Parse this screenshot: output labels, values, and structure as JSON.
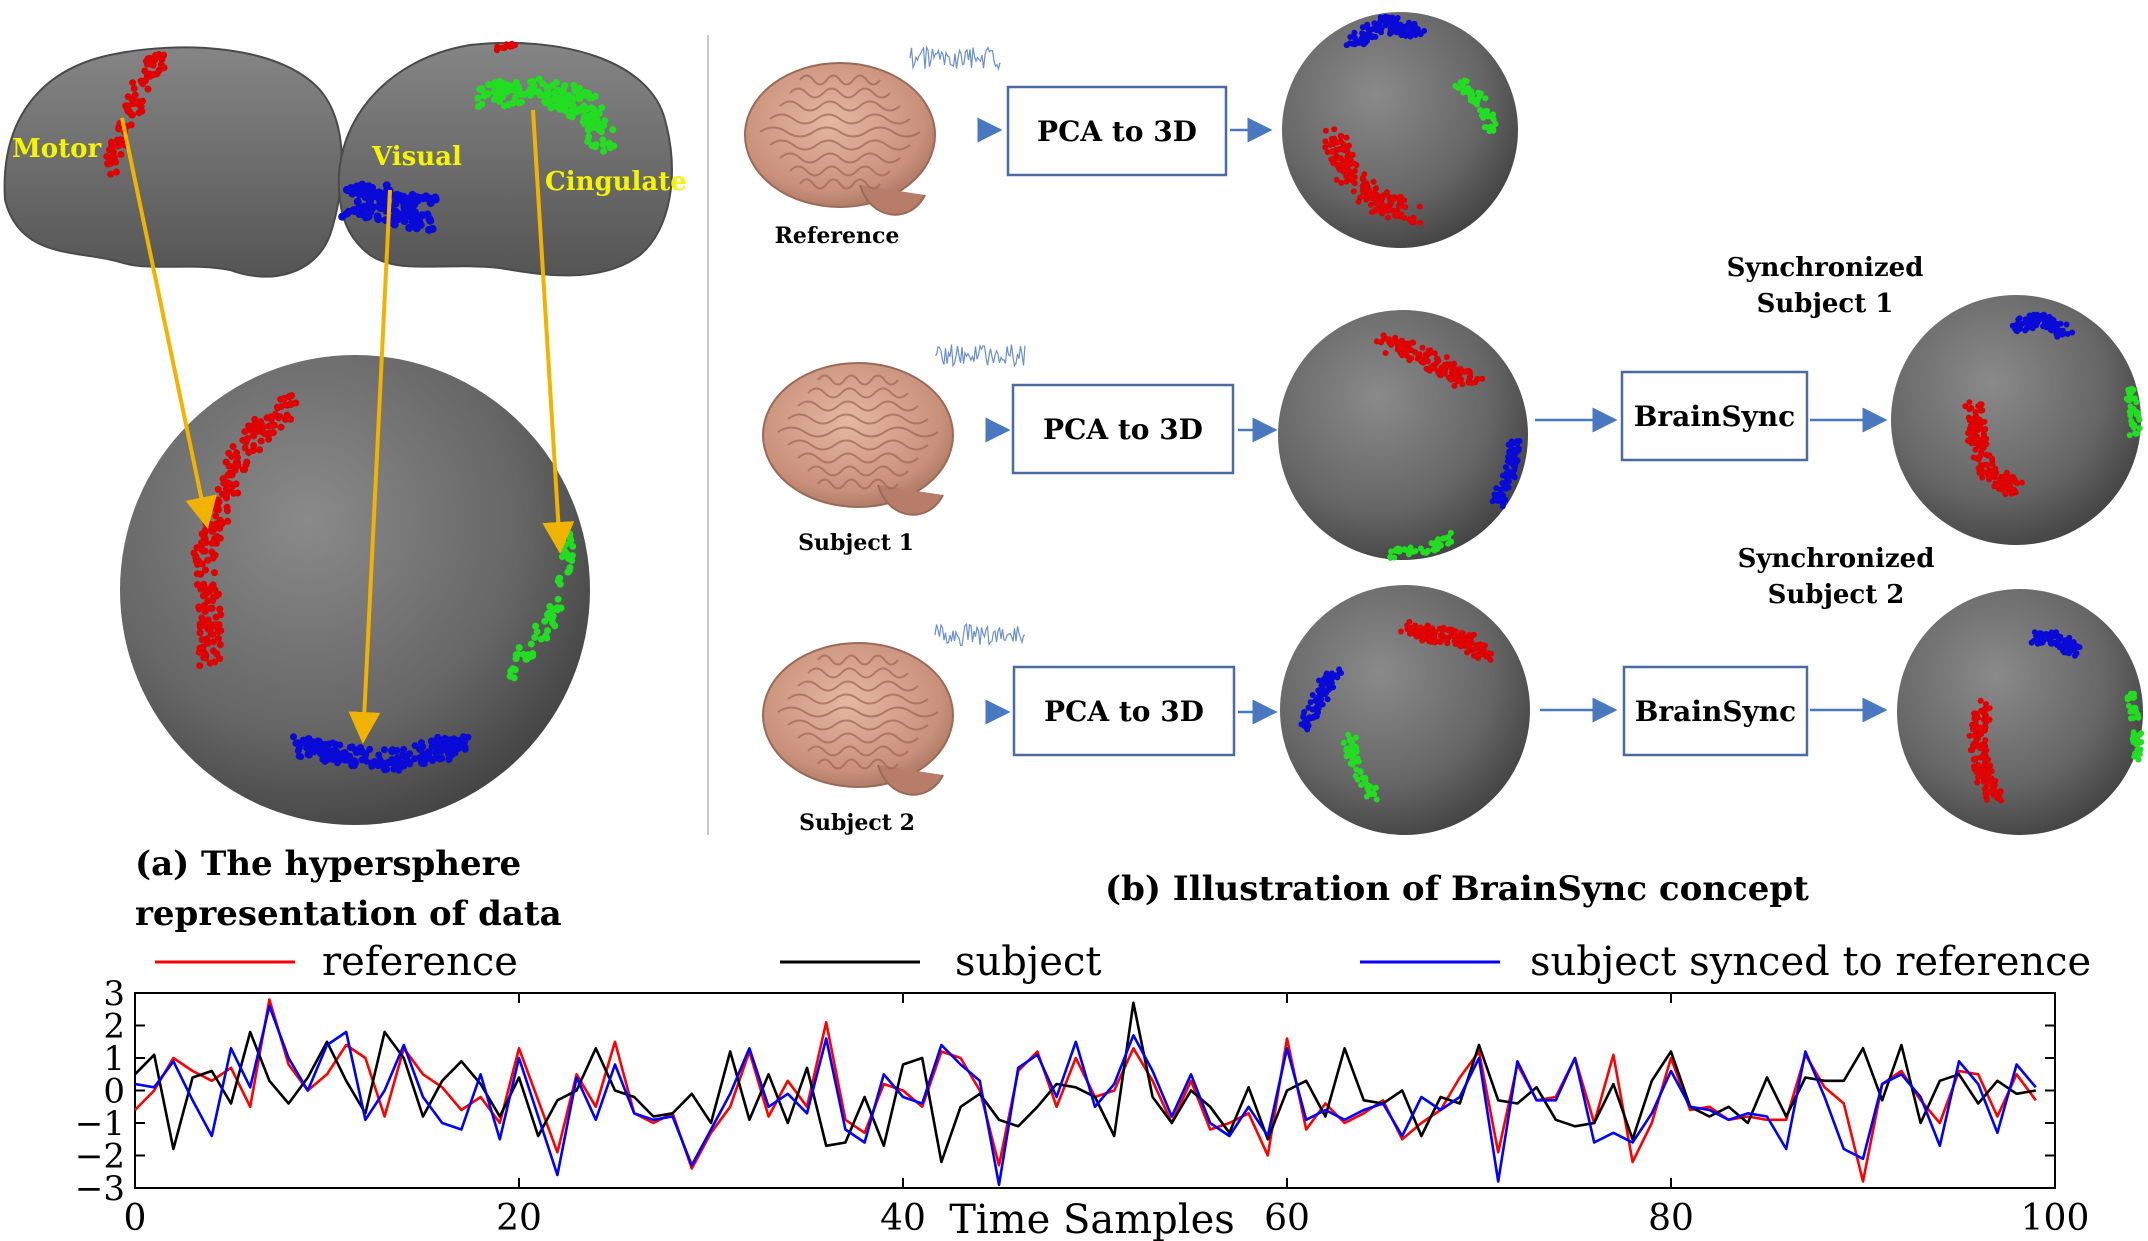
{
  "panel_a": {
    "labels": {
      "motor": "Motor",
      "visual": "Visual",
      "cingulate": "Cingulate"
    },
    "caption_line1": "(a) The hypersphere",
    "caption_line2": "representation of data"
  },
  "panel_b": {
    "pca_label": "PCA to 3D",
    "brainsync_label": "BrainSync",
    "reference_label": "Reference",
    "subject1_label": "Subject 1",
    "subject2_label": "Subject 2",
    "sync1_line1": "Synchronized",
    "sync1_line2": "Subject 1",
    "sync2_line1": "Synchronized",
    "sync2_line2": "Subject 2",
    "caption": "(b) Illustration of BrainSync concept"
  },
  "colors": {
    "motor": "#e00000",
    "visual": "#0a0ad8",
    "cingulate": "#22dd22",
    "arrow_yellow": "#f0b400",
    "label_yellow": "#f5f500",
    "flow_arrow": "#4a78c0",
    "sphere": "#6a6a6a",
    "brain_surface": "#777777"
  },
  "chart_data": {
    "type": "line",
    "xlabel": "Time Samples",
    "ylabel": "",
    "xlim": [
      0,
      100
    ],
    "ylim": [
      -3,
      3
    ],
    "xticks": [
      0,
      20,
      40,
      60,
      80,
      100
    ],
    "yticks": [
      3,
      2,
      1,
      0,
      -1,
      -2,
      -3
    ],
    "x": [
      0,
      1,
      2,
      3,
      4,
      5,
      6,
      7,
      8,
      9,
      10,
      11,
      12,
      13,
      14,
      15,
      16,
      17,
      18,
      19,
      20,
      21,
      22,
      23,
      24,
      25,
      26,
      27,
      28,
      29,
      30,
      31,
      32,
      33,
      34,
      35,
      36,
      37,
      38,
      39,
      40,
      41,
      42,
      43,
      44,
      45,
      46,
      47,
      48,
      49,
      50,
      51,
      52,
      53,
      54,
      55,
      56,
      57,
      58,
      59,
      60,
      61,
      62,
      63,
      64,
      65,
      66,
      67,
      68,
      69,
      70,
      71,
      72,
      73,
      74,
      75,
      76,
      77,
      78,
      79,
      80,
      81,
      82,
      83,
      84,
      85,
      86,
      87,
      88,
      89,
      90,
      91,
      92,
      93,
      94,
      95,
      96,
      97,
      98,
      99
    ],
    "series": [
      {
        "name": "reference",
        "color": "#ff0000",
        "values": [
          -0.6,
          0.0,
          1.0,
          0.6,
          0.3,
          0.7,
          -0.5,
          2.8,
          0.8,
          0.0,
          0.5,
          1.4,
          1.0,
          -0.8,
          1.3,
          0.5,
          0.1,
          -0.6,
          -0.2,
          -1.0,
          1.3,
          -0.3,
          -1.9,
          0.5,
          -0.5,
          1.5,
          -0.7,
          -1.0,
          -0.7,
          -2.4,
          -1.3,
          -0.5,
          1.2,
          -0.8,
          0.3,
          -0.5,
          2.1,
          -0.9,
          -1.3,
          0.2,
          0.0,
          -0.5,
          1.2,
          1.0,
          0.0,
          -2.3,
          0.6,
          1.2,
          -0.5,
          1.0,
          -0.2,
          0.0,
          1.3,
          0.3,
          -1.0,
          0.3,
          -1.2,
          -1.0,
          -0.7,
          -2.0,
          1.6,
          -1.2,
          -0.4,
          -1.0,
          -0.7,
          -0.3,
          -1.5,
          -1.0,
          -0.6,
          0.4,
          1.2,
          -1.9,
          0.8,
          -0.3,
          -0.2,
          1.0,
          -1.0,
          1.1,
          -2.2,
          -1.0,
          1.0,
          -0.6,
          -0.5,
          -0.9,
          -0.8,
          -0.9,
          -0.9,
          1.1,
          0.1,
          -0.4,
          -2.8,
          0.2,
          0.6,
          -0.3,
          -1.0,
          0.6,
          0.5,
          -0.8,
          0.5,
          -0.3
        ]
      },
      {
        "name": "subject",
        "color": "#000000",
        "values": [
          0.5,
          1.1,
          -1.8,
          0.4,
          0.6,
          -0.4,
          1.8,
          0.3,
          -0.4,
          0.4,
          1.5,
          0.3,
          -0.7,
          1.8,
          1.0,
          -0.8,
          0.3,
          0.9,
          0.2,
          -0.8,
          0.4,
          -1.4,
          -0.3,
          0.0,
          1.3,
          0.0,
          -0.2,
          -0.8,
          -0.7,
          -0.1,
          -1.0,
          1.2,
          -0.9,
          0.5,
          -1.0,
          0.7,
          -1.7,
          -1.6,
          -0.2,
          -1.7,
          0.8,
          1.0,
          -2.2,
          -0.5,
          -0.1,
          -0.9,
          -1.1,
          -0.5,
          0.2,
          0.1,
          -0.2,
          -1.4,
          2.7,
          -0.2,
          -1.0,
          0.0,
          -0.5,
          -1.3,
          0.1,
          -1.5,
          0.0,
          0.3,
          -0.8,
          1.3,
          -0.3,
          -0.4,
          0.0,
          -1.4,
          -0.2,
          -0.4,
          1.4,
          -0.3,
          -0.4,
          0.1,
          -0.9,
          -1.1,
          -1.0,
          0.2,
          -1.5,
          0.3,
          1.2,
          -0.5,
          -0.8,
          -0.5,
          -1.0,
          0.4,
          -0.8,
          0.4,
          0.3,
          0.3,
          1.3,
          -0.3,
          1.4,
          -1.0,
          0.3,
          0.5,
          -0.4,
          0.3,
          -0.1,
          0.0
        ]
      },
      {
        "name": "subject synced to reference",
        "color": "#0000ff",
        "values": [
          0.2,
          0.1,
          0.9,
          -0.3,
          -1.4,
          1.3,
          0.1,
          2.6,
          1.0,
          0.0,
          1.4,
          1.8,
          -0.9,
          0.0,
          1.4,
          -0.2,
          -1.0,
          -1.2,
          0.5,
          -1.5,
          1.0,
          -0.8,
          -2.6,
          0.4,
          -0.9,
          0.8,
          -0.7,
          -0.9,
          -0.8,
          -2.3,
          -1.2,
          -0.1,
          1.3,
          -0.5,
          -0.1,
          -0.7,
          1.6,
          -1.2,
          -1.6,
          0.5,
          -0.2,
          -0.4,
          1.4,
          0.8,
          0.3,
          -2.9,
          0.7,
          1.1,
          -0.2,
          1.5,
          -0.5,
          0.2,
          1.7,
          0.6,
          -0.8,
          0.5,
          -1.0,
          -1.4,
          -0.5,
          -1.4,
          1.3,
          -0.9,
          -0.6,
          -0.9,
          -0.6,
          -0.4,
          -1.4,
          -0.2,
          -0.6,
          -0.2,
          1.0,
          -2.8,
          0.9,
          -0.3,
          -0.3,
          1.0,
          -1.6,
          -1.3,
          -1.6,
          -0.7,
          0.6,
          -0.5,
          -0.6,
          -0.9,
          -0.7,
          -0.8,
          -1.8,
          1.2,
          -0.2,
          -1.8,
          -2.1,
          0.2,
          0.5,
          -0.2,
          -1.7,
          0.9,
          0.2,
          -1.3,
          0.8,
          0.1
        ]
      }
    ]
  }
}
